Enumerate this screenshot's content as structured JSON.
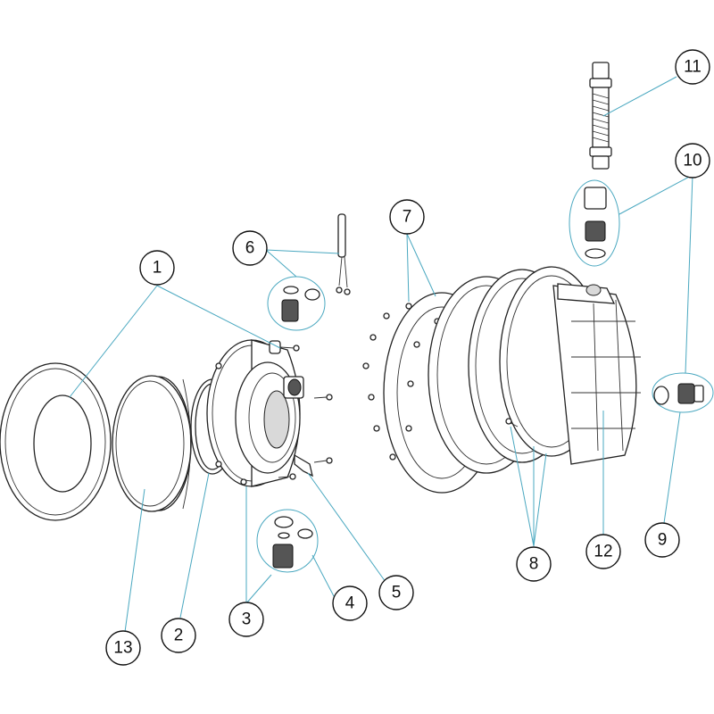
{
  "diagram": {
    "leader_color": "#4aa8c0",
    "callouts": [
      {
        "id": "1",
        "label": "1"
      },
      {
        "id": "2",
        "label": "2"
      },
      {
        "id": "3",
        "label": "3"
      },
      {
        "id": "4",
        "label": "4"
      },
      {
        "id": "5",
        "label": "5"
      },
      {
        "id": "6",
        "label": "6"
      },
      {
        "id": "7",
        "label": "7"
      },
      {
        "id": "8",
        "label": "8"
      },
      {
        "id": "9",
        "label": "9"
      },
      {
        "id": "10",
        "label": "10"
      },
      {
        "id": "11",
        "label": "11"
      },
      {
        "id": "12",
        "label": "12"
      },
      {
        "id": "13",
        "label": "13"
      }
    ]
  }
}
